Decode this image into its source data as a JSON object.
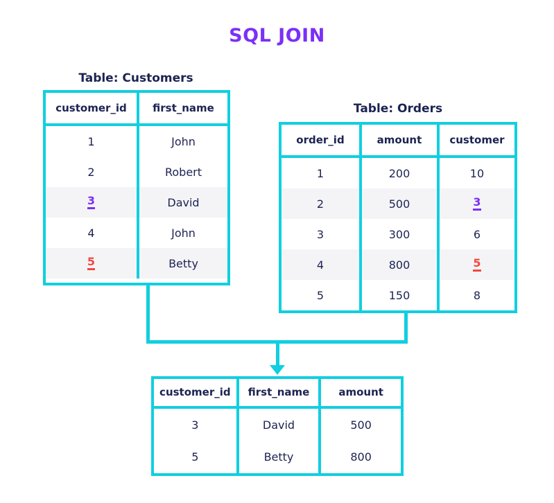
{
  "title": "SQL JOIN",
  "accent_colors": {
    "title_purple": "#7B2FF7",
    "border_cyan": "#10CFE0",
    "text_navy": "#1c2352",
    "highlight_red": "#F0483E",
    "highlight_row_bg": "#f4f4f7"
  },
  "customers_table": {
    "caption": "Table: Customers",
    "columns": [
      "customer_id",
      "first_name"
    ],
    "rows": [
      {
        "customer_id": "1",
        "first_name": "John",
        "highlighted": false,
        "mark": "none"
      },
      {
        "customer_id": "2",
        "first_name": "Robert",
        "highlighted": false,
        "mark": "none"
      },
      {
        "customer_id": "3",
        "first_name": "David",
        "highlighted": true,
        "mark": "purple"
      },
      {
        "customer_id": "4",
        "first_name": "John",
        "highlighted": false,
        "mark": "none"
      },
      {
        "customer_id": "5",
        "first_name": "Betty",
        "highlighted": true,
        "mark": "red"
      }
    ]
  },
  "orders_table": {
    "caption": "Table: Orders",
    "columns": [
      "order_id",
      "amount",
      "customer"
    ],
    "rows": [
      {
        "order_id": "1",
        "amount": "200",
        "customer": "10",
        "highlighted": false,
        "mark": "none"
      },
      {
        "order_id": "2",
        "amount": "500",
        "customer": "3",
        "highlighted": true,
        "mark": "purple"
      },
      {
        "order_id": "3",
        "amount": "300",
        "customer": "6",
        "highlighted": false,
        "mark": "none"
      },
      {
        "order_id": "4",
        "amount": "800",
        "customer": "5",
        "highlighted": true,
        "mark": "red"
      },
      {
        "order_id": "5",
        "amount": "150",
        "customer": "8",
        "highlighted": false,
        "mark": "none"
      }
    ]
  },
  "result_table": {
    "columns": [
      "customer_id",
      "first_name",
      "amount"
    ],
    "rows": [
      {
        "customer_id": "3",
        "first_name": "David",
        "amount": "500"
      },
      {
        "customer_id": "5",
        "first_name": "Betty",
        "amount": "800"
      }
    ]
  },
  "connector": {
    "arrow_direction": "down"
  }
}
